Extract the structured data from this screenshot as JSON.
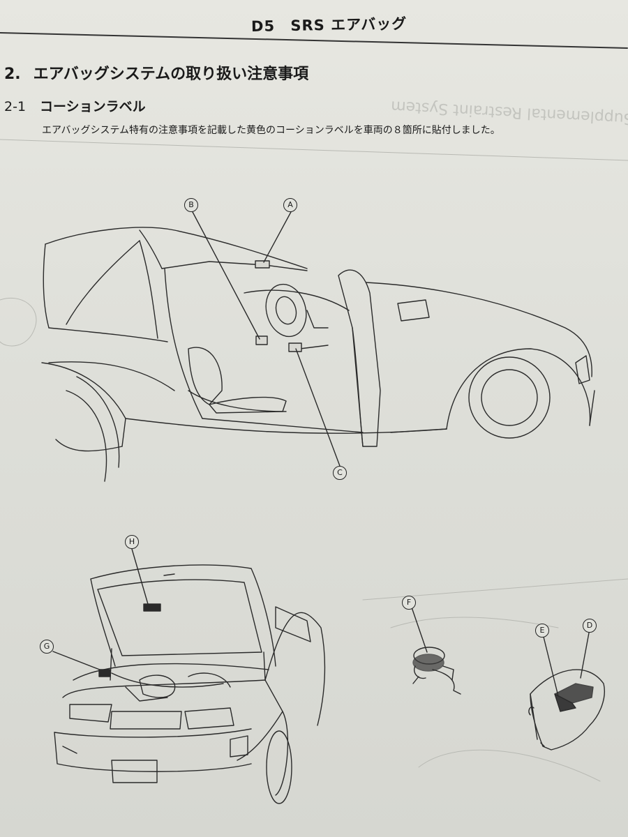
{
  "header": {
    "section_code": "D5",
    "title": "SRS エアバッグ"
  },
  "section": {
    "number": "2.",
    "title": "エアバッグシステムの取り扱い注意事項"
  },
  "subsection": {
    "number": "2-1",
    "title": "コーションラベル"
  },
  "body_text": "エアバッグシステム特有の注意事項を記載した黄色のコーションラベルを車両の８箇所に貼付しました。",
  "bleed_through": {
    "line1": "SRS : Supplemental Restraint System"
  },
  "callouts": {
    "A": "A",
    "B": "B",
    "C": "C",
    "D": "D",
    "E": "E",
    "F": "F",
    "G": "G",
    "H": "H"
  }
}
